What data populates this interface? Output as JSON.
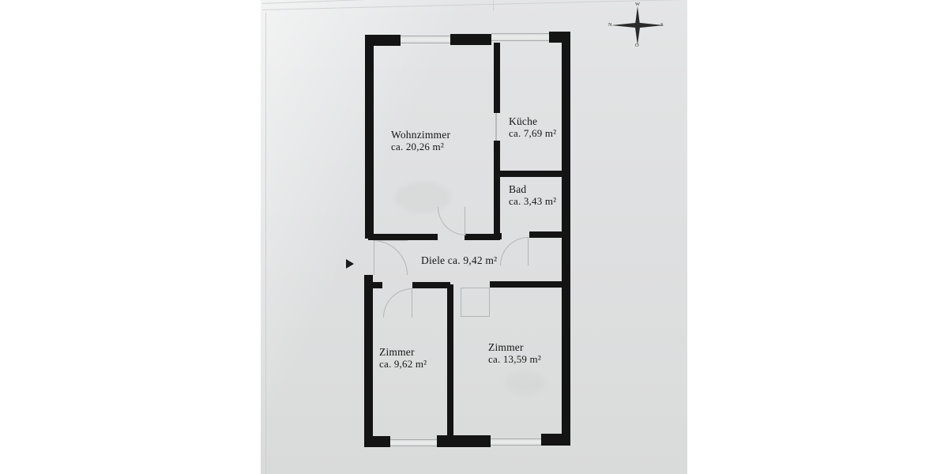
{
  "document": {
    "kind": "floor-plan-photo",
    "language": "de",
    "paper_color": "#dedfe0",
    "ink_color": "#141414"
  },
  "rooms": [
    {
      "id": "wohnzimmer",
      "name": "Wohnzimmer",
      "area_label": "ca. 20,26 m²",
      "area_value": 20.26,
      "unit": "m²"
    },
    {
      "id": "kueche",
      "name": "Küche",
      "area_label": "ca. 7,69 m²",
      "area_value": 7.69,
      "unit": "m²"
    },
    {
      "id": "bad",
      "name": "Bad",
      "area_label": "ca. 3,43 m²",
      "area_value": 3.43,
      "unit": "m²"
    },
    {
      "id": "diele",
      "name": "Diele",
      "area_label": "ca. 9,42 m²",
      "area_value": 9.42,
      "unit": "m²",
      "inline_label": "Diele ca. 9,42 m²"
    },
    {
      "id": "zimmer-1",
      "name": "Zimmer",
      "area_label": "ca. 9,62 m²",
      "area_value": 9.62,
      "unit": "m²"
    },
    {
      "id": "zimmer-2",
      "name": "Zimmer",
      "area_label": "ca. 13,59 m²",
      "area_value": 13.59,
      "unit": "m²"
    }
  ],
  "compass": {
    "name": "compass-rose",
    "north_label": "W",
    "west_label": "N",
    "east_label": "S",
    "south_label": "O"
  },
  "annotations": {
    "entrance_marker": "▶"
  }
}
